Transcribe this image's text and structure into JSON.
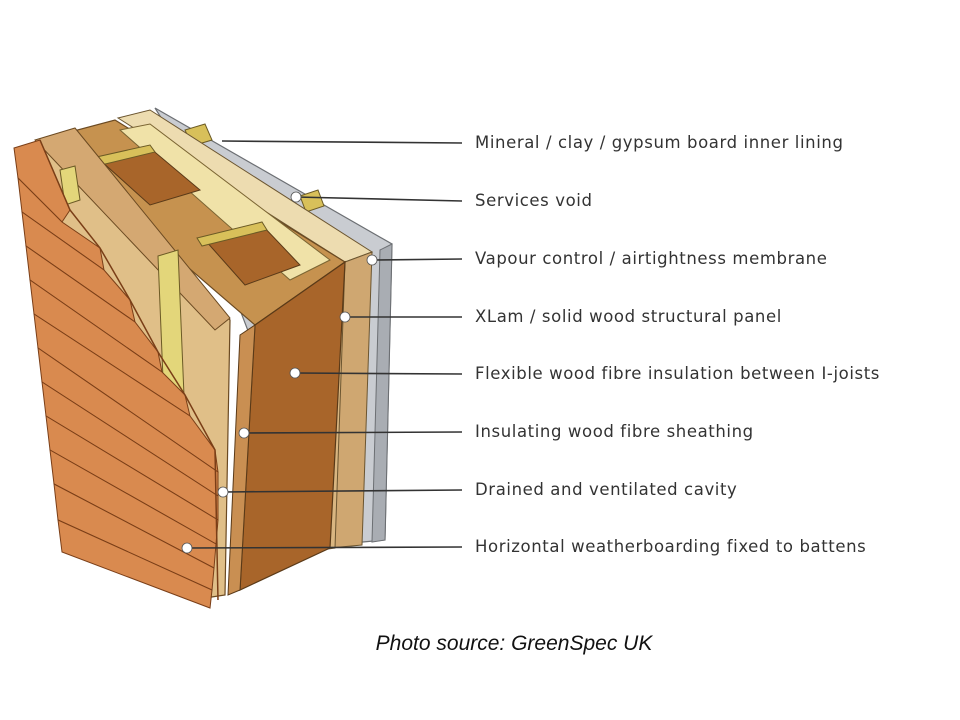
{
  "diagram": {
    "labels": [
      "Mineral / clay / gypsum board inner lining",
      "Services void",
      "Vapour control / airtightness membrane",
      "XLam / solid wood structural panel",
      "Flexible wood fibre insulation between I-joists",
      "Insulating wood fibre sheathing",
      "Drained and ventilated cavity",
      "Horizontal weatherboarding fixed to battens"
    ],
    "caption": "Photo source: GreenSpec UK"
  },
  "colors": {
    "weatherboarding": "#d98a4f",
    "timber": "#c6924f",
    "insulation": "#e0c78a",
    "dark_timber": "#a8652a",
    "inner_lining": "#c9ccd1",
    "leader_line": "#333333"
  }
}
